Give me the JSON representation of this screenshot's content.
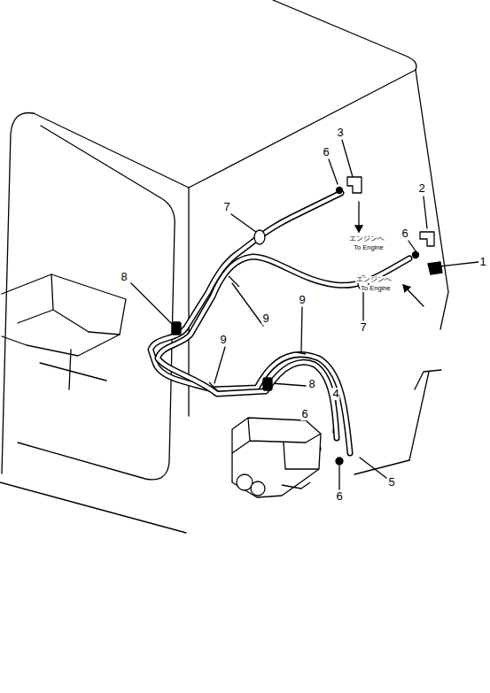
{
  "diagram": {
    "labels": [
      "3",
      "6",
      "2",
      "6",
      "1",
      "7",
      "エンジンへ",
      "To Engine",
      "エンジンへ",
      "To Engine",
      "8",
      "9",
      "9",
      "7",
      "9",
      "8",
      "4",
      "6",
      "5",
      "6"
    ]
  }
}
